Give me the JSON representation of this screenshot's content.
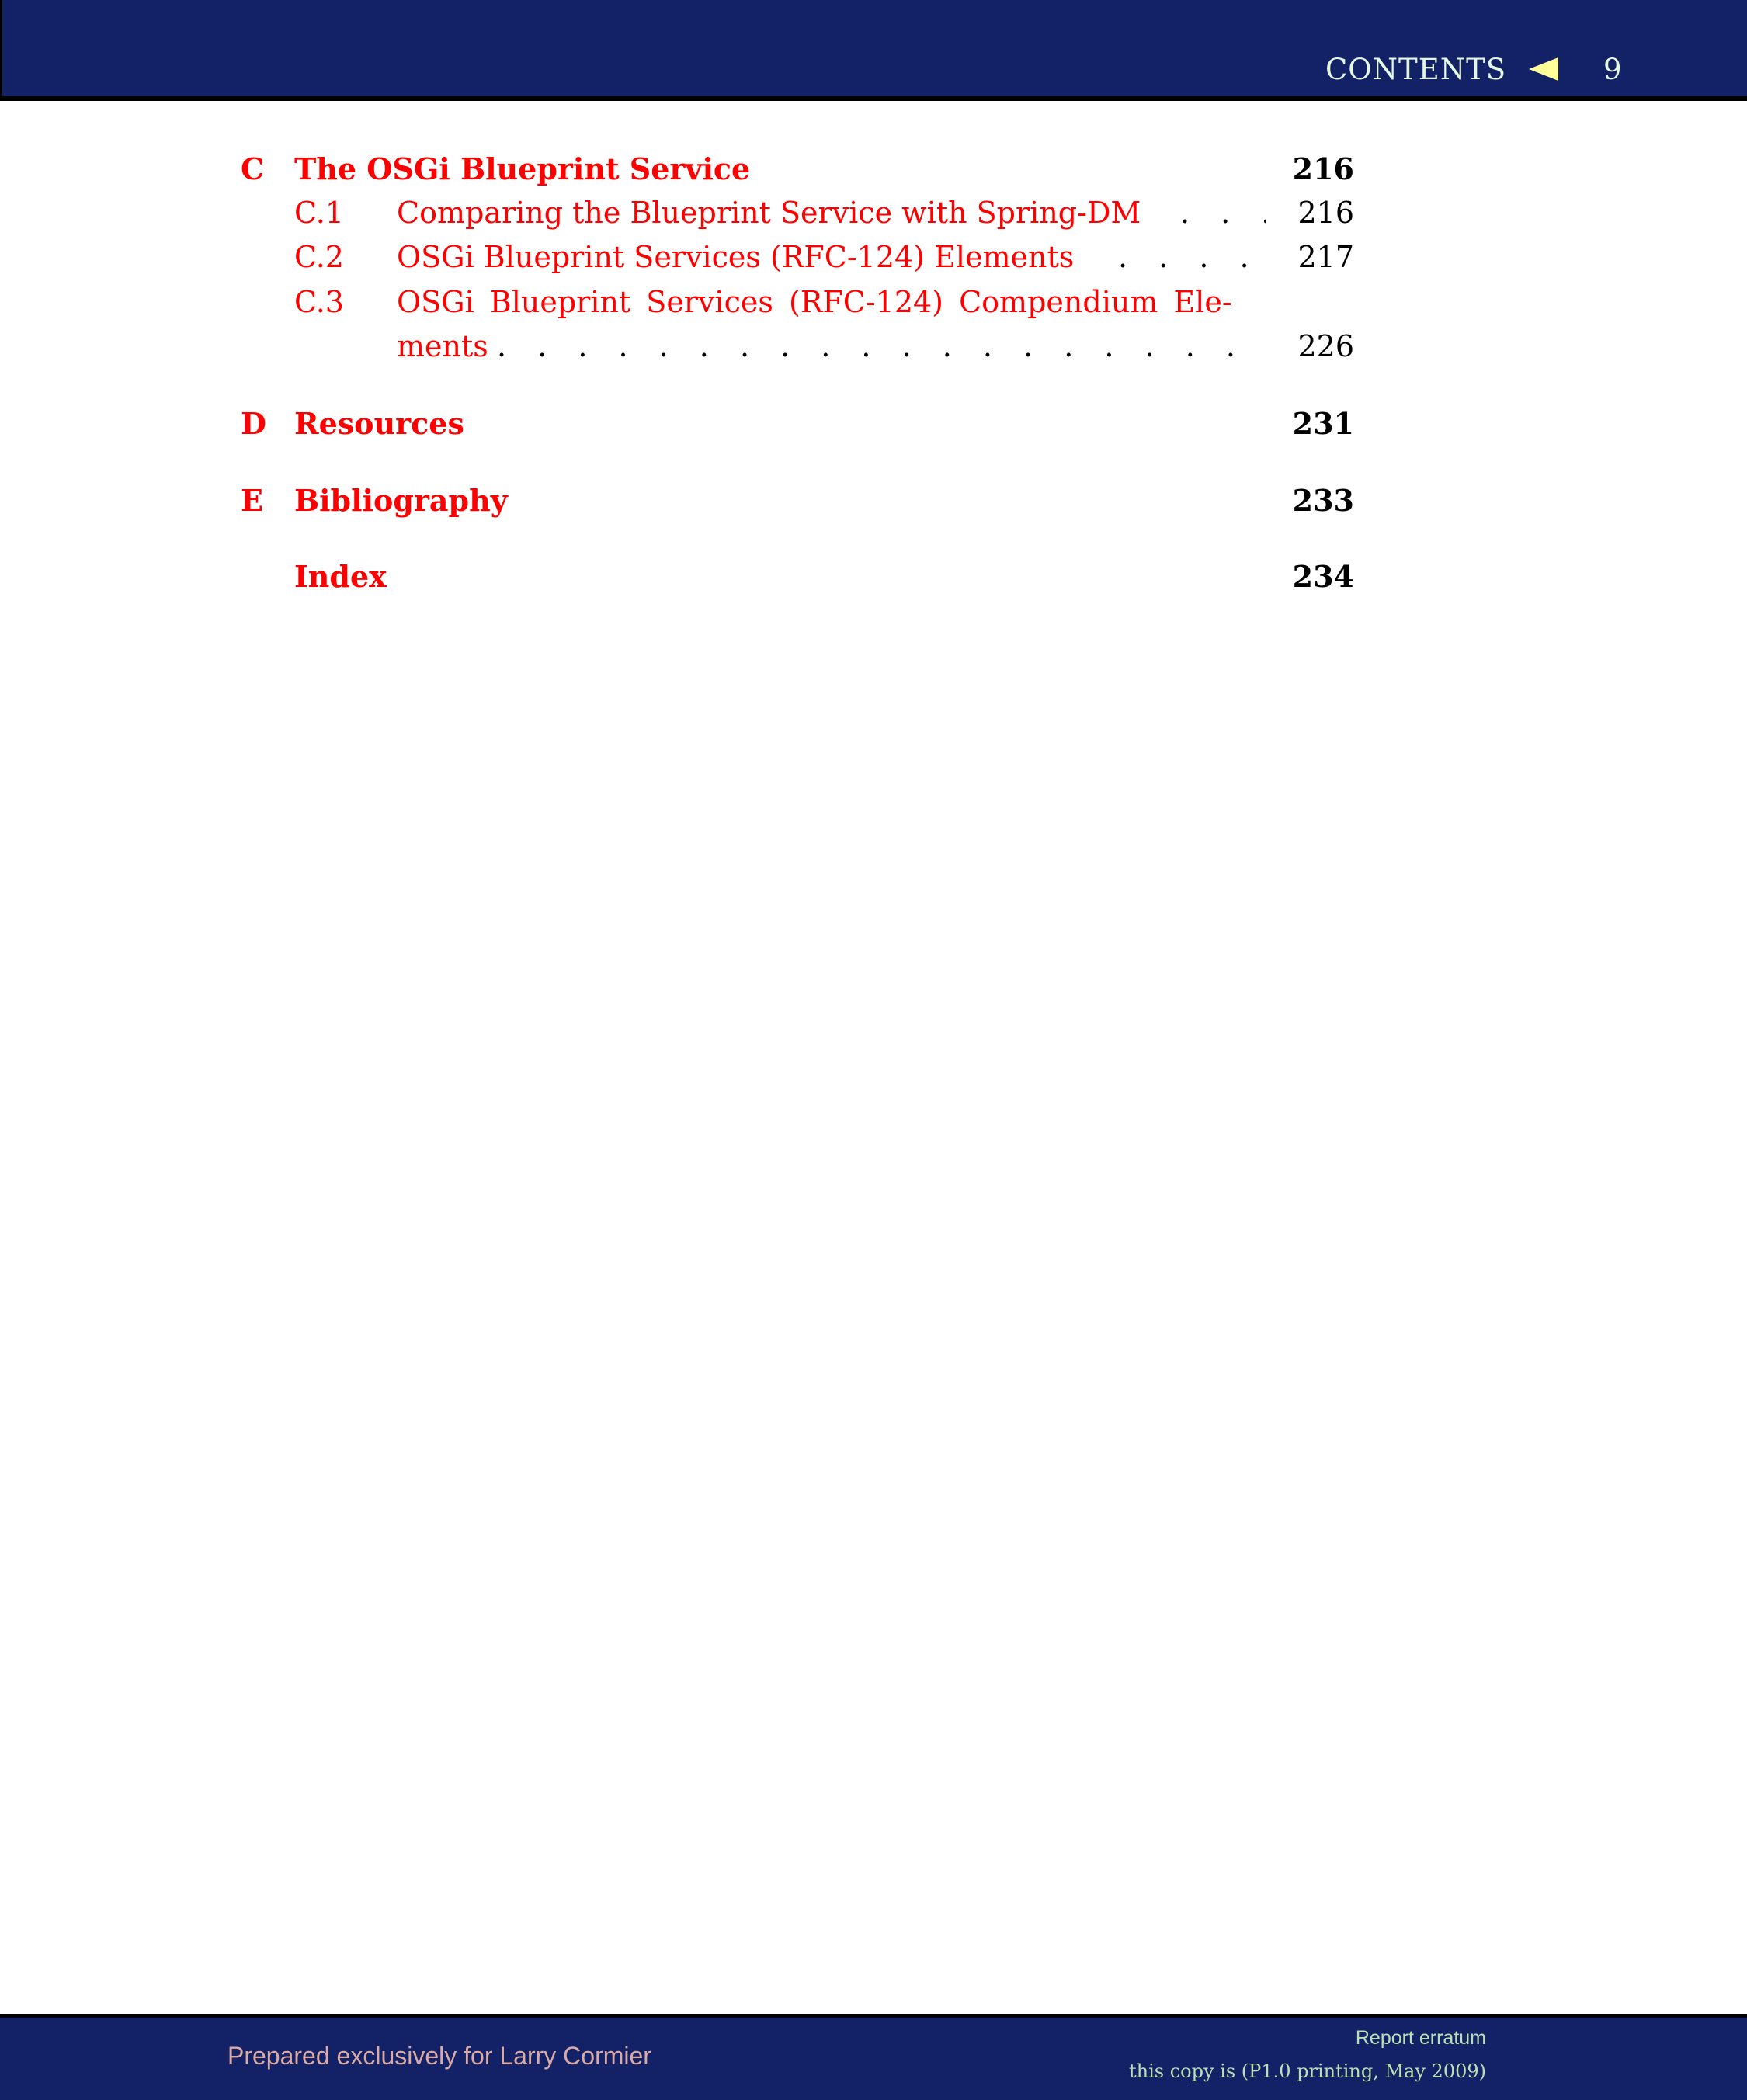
{
  "header": {
    "section": "CONTENTS",
    "page_number": "9",
    "nav_icon": "triangle-left-icon"
  },
  "toc": [
    {
      "num": "C",
      "title": "The OSGi Blueprint Service",
      "page": "216",
      "subsections": [
        {
          "num": "C.1",
          "title": "Comparing the Blueprint Service with Spring-DM",
          "page": "216"
        },
        {
          "num": "C.2",
          "title": "OSGi Blueprint Services (RFC-124) Elements",
          "page": "217"
        },
        {
          "num": "C.3",
          "title_line1": "OSGi Blueprint Services (RFC-124) Compendium Ele-",
          "title_line2": "ments",
          "page": "226"
        }
      ]
    },
    {
      "num": "D",
      "title": "Resources",
      "page": "231"
    },
    {
      "num": "E",
      "title": "Bibliography",
      "page": "233"
    },
    {
      "num": "",
      "title": "Index",
      "page": "234"
    }
  ],
  "footer": {
    "prepared": "Prepared exclusively for Larry Cormier",
    "report": "Report erratum",
    "copy": "this copy is (P1.0 printing, May 2009)"
  },
  "colors": {
    "header_bg": "#132166",
    "link": "#ff0000"
  }
}
